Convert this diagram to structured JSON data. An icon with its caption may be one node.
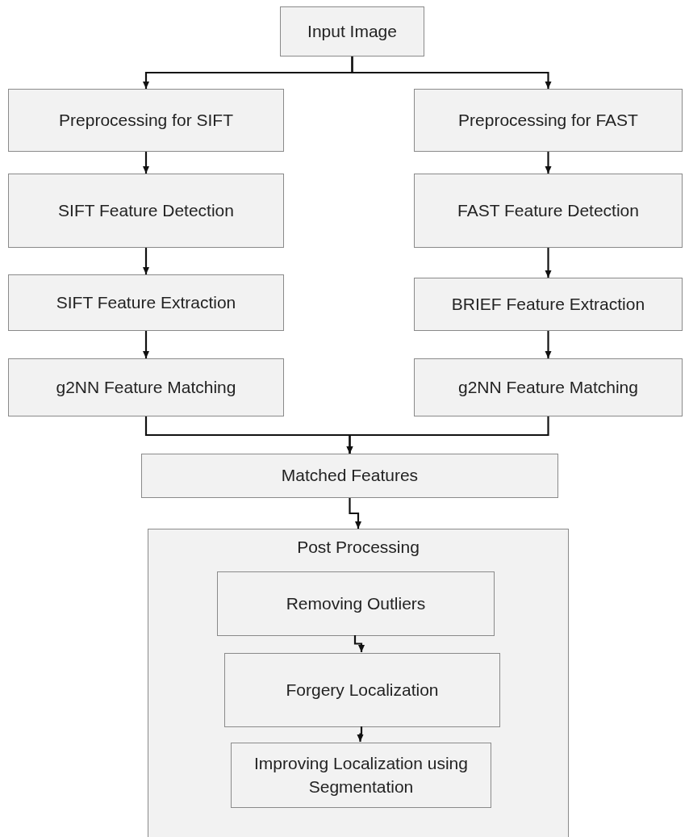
{
  "diagram": {
    "nodes": [
      {
        "text": [
          "Input Image"
        ]
      },
      {
        "text": [
          "Preprocessing for SIFT"
        ]
      },
      {
        "text": [
          "SIFT Feature Detection"
        ]
      },
      {
        "text": [
          "SIFT Feature Extraction"
        ]
      },
      {
        "text": [
          "g2NN Feature Matching"
        ]
      },
      {
        "text": [
          "Preprocessing for FAST"
        ]
      },
      {
        "text": [
          "FAST Feature Detection"
        ]
      },
      {
        "text": [
          "BRIEF Feature Extraction"
        ]
      },
      {
        "text": [
          "g2NN Feature Matching"
        ]
      },
      {
        "text": [
          "Matched Features"
        ]
      },
      {
        "text": [
          "Post Processing"
        ]
      },
      {
        "text": [
          "Removing Outliers"
        ],
        "in": 10
      },
      {
        "text": [
          "Forgery Localization"
        ],
        "in": 10
      },
      {
        "text": [
          "Improving Localization using Segmentation"
        ],
        "in": 10
      }
    ],
    "edges": [
      {
        "from": 0,
        "to": 1,
        "arrow": "to"
      },
      {
        "from": 0,
        "to": 5,
        "arrow": "to"
      },
      {
        "from": 1,
        "to": 2,
        "arrow": "to"
      },
      {
        "from": 2,
        "to": 3,
        "arrow": "to"
      },
      {
        "from": 3,
        "to": 4,
        "arrow": "to"
      },
      {
        "from": 5,
        "to": 6,
        "arrow": "to"
      },
      {
        "from": 6,
        "to": 7,
        "arrow": "to"
      },
      {
        "from": 7,
        "to": 8,
        "arrow": "to"
      },
      {
        "from": 4,
        "to": 9,
        "arrow": "to"
      },
      {
        "from": 8,
        "to": 9,
        "arrow": "to"
      },
      {
        "from": 9,
        "to": 10,
        "arrow": "to"
      },
      {
        "from": 11,
        "to": 12,
        "arrow": "to"
      },
      {
        "from": 12,
        "to": 13,
        "arrow": "to"
      }
    ]
  }
}
